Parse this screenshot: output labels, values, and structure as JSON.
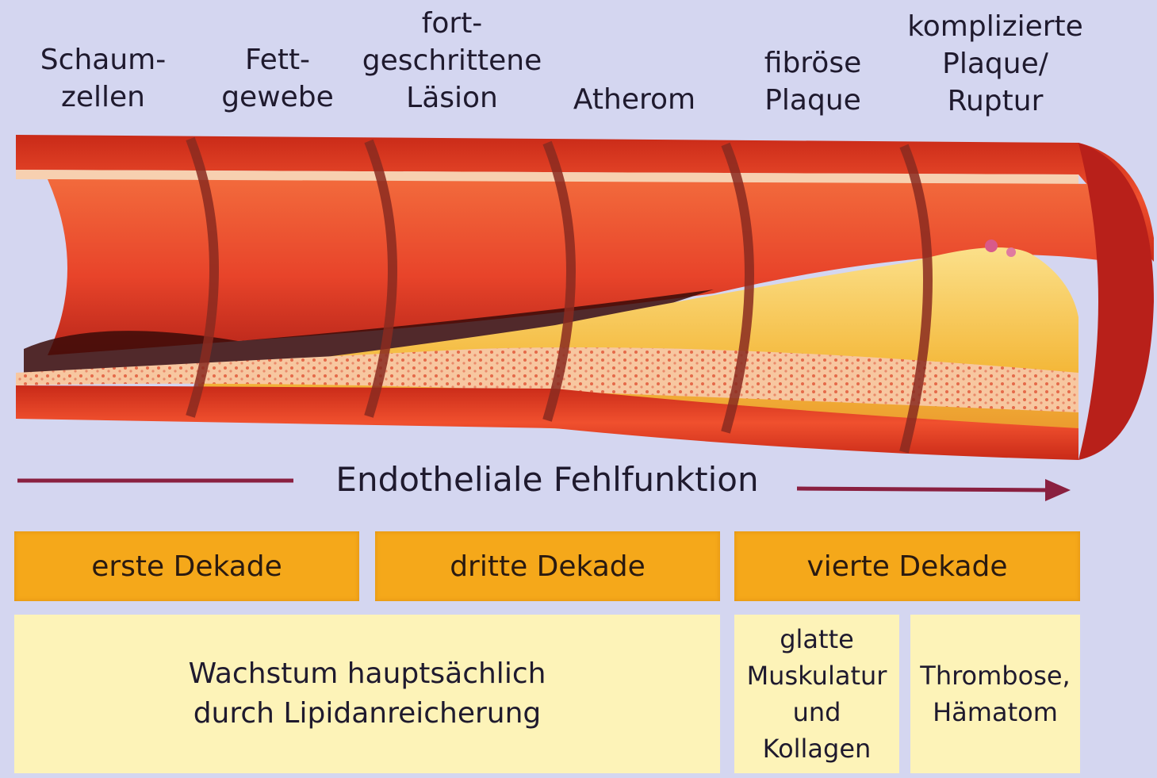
{
  "stages": [
    {
      "id": "schaumzellen",
      "label": "Schaum-\nzellen"
    },
    {
      "id": "fettgewebe",
      "label": "Fett-\ngewebe"
    },
    {
      "id": "fortgeschrittene-laesion",
      "label": "fort-\ngeschrittene\nLäsion"
    },
    {
      "id": "atherom",
      "label": "Atherom"
    },
    {
      "id": "fibroese-plaque",
      "label": "fibröse\nPlaque"
    },
    {
      "id": "komplizierte-plaque",
      "label": "komplizierte\nPlaque/\nRuptur"
    }
  ],
  "arrow_label": "Endotheliale Fehlfunktion",
  "decades": [
    {
      "id": "erste",
      "label": "erste Dekade"
    },
    {
      "id": "dritte",
      "label": "dritte Dekade"
    },
    {
      "id": "vierte",
      "label": "vierte Dekade"
    }
  ],
  "descriptions": [
    {
      "id": "lipid",
      "text": "Wachstum hauptsächlich\ndurch Lipidanreicherung"
    },
    {
      "id": "muskulatur",
      "text": "glatte\nMuskulatur\nund\nKollagen"
    },
    {
      "id": "thrombose",
      "text": "Thrombose,\nHämatom"
    }
  ],
  "colors": {
    "background": "#d4d6f0",
    "vessel_wall": "#e8442a",
    "plaque": "#f6c64a",
    "arrow": "#8a2040",
    "decade_box": "#f5a81a",
    "description_box": "#fdf3b8"
  }
}
